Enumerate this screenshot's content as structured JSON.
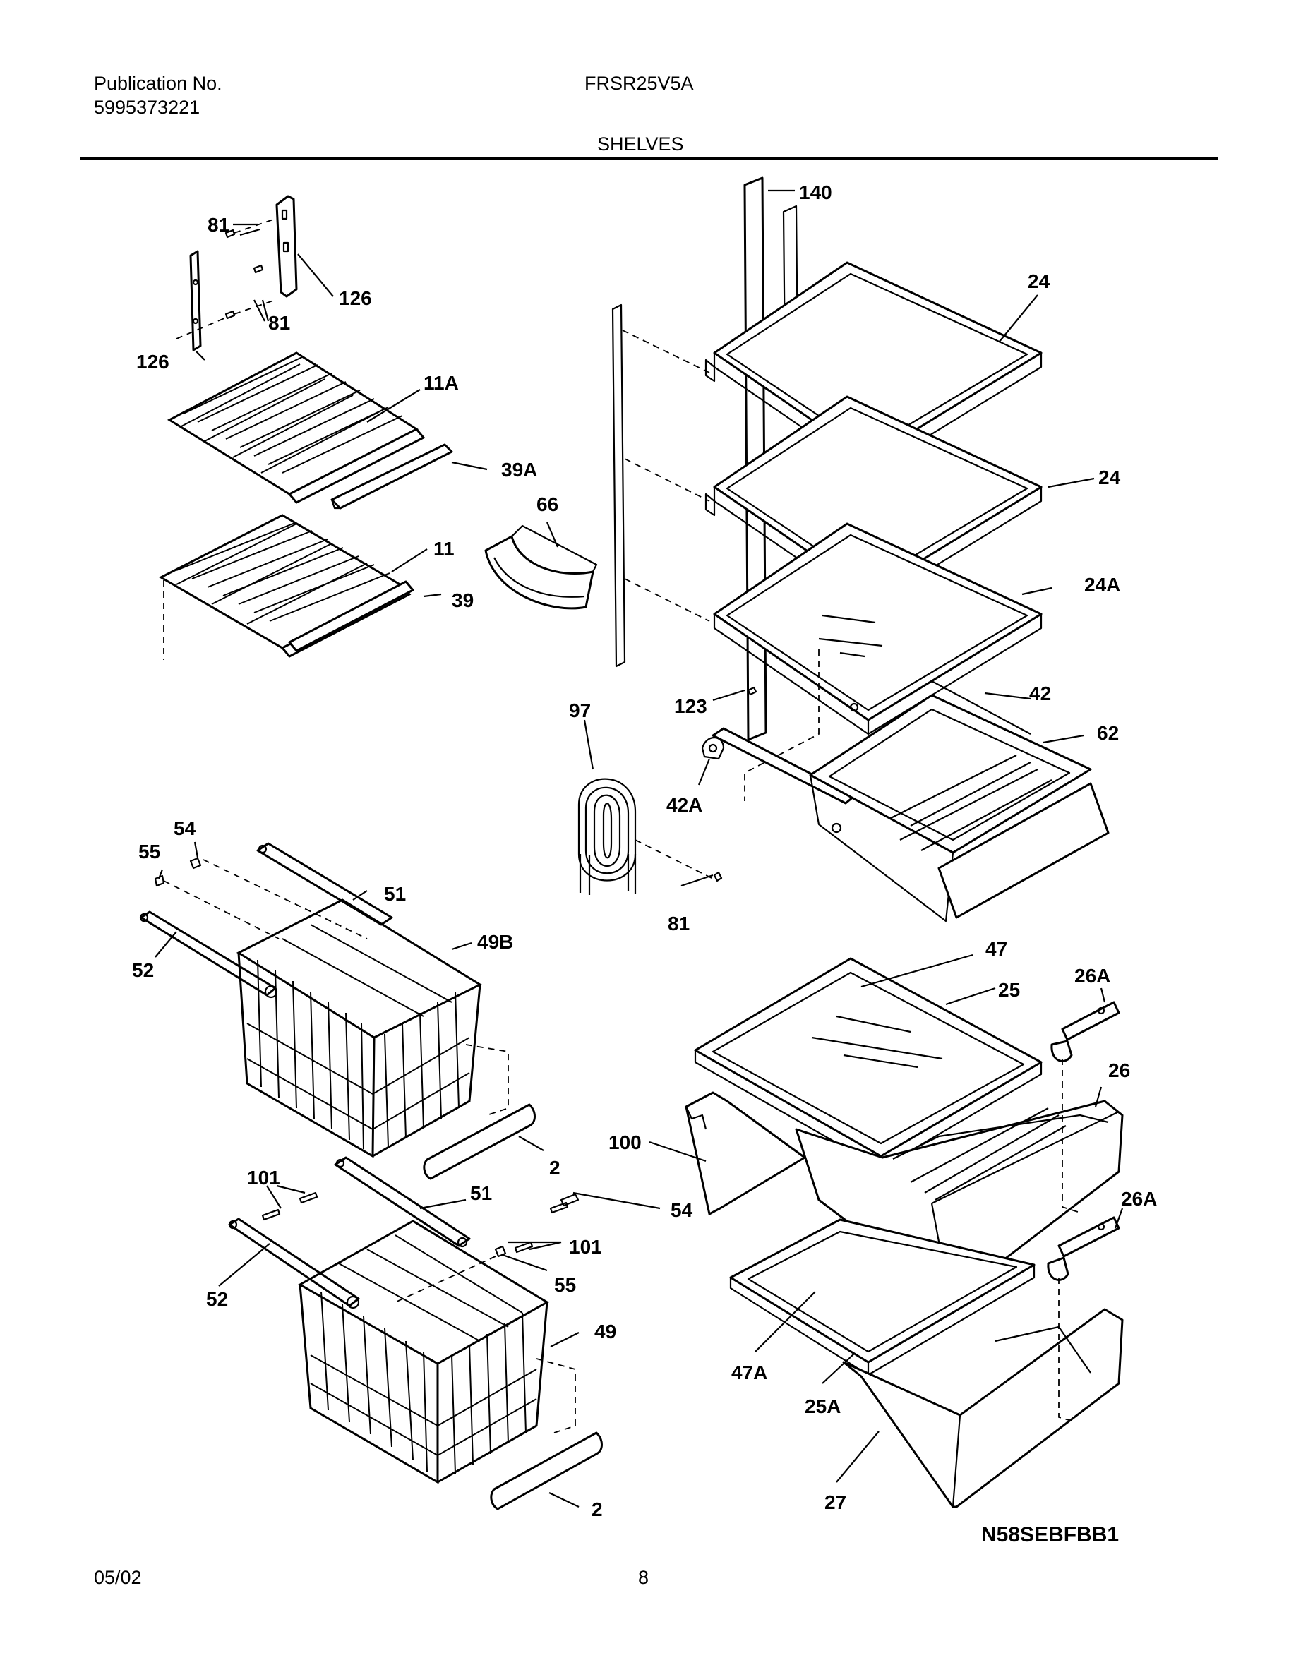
{
  "header": {
    "publication_label": "Publication No.",
    "publication_number": "5995373221",
    "model": "FRSR25V5A",
    "section_title": "SHELVES"
  },
  "footer": {
    "date": "05/02",
    "page_number": "8"
  },
  "diagram": {
    "code": "N58SEBFBB1",
    "part_labels": [
      "140",
      "24",
      "24",
      "24A",
      "81",
      "81",
      "126",
      "126",
      "11A",
      "39A",
      "66",
      "11",
      "39",
      "97",
      "123",
      "42",
      "62",
      "42A",
      "54",
      "55",
      "51",
      "52",
      "49B",
      "81",
      "47",
      "25",
      "26A",
      "26",
      "100",
      "2",
      "101",
      "51",
      "54",
      "101",
      "55",
      "52",
      "49",
      "26A",
      "47A",
      "25A",
      "27",
      "2"
    ]
  }
}
